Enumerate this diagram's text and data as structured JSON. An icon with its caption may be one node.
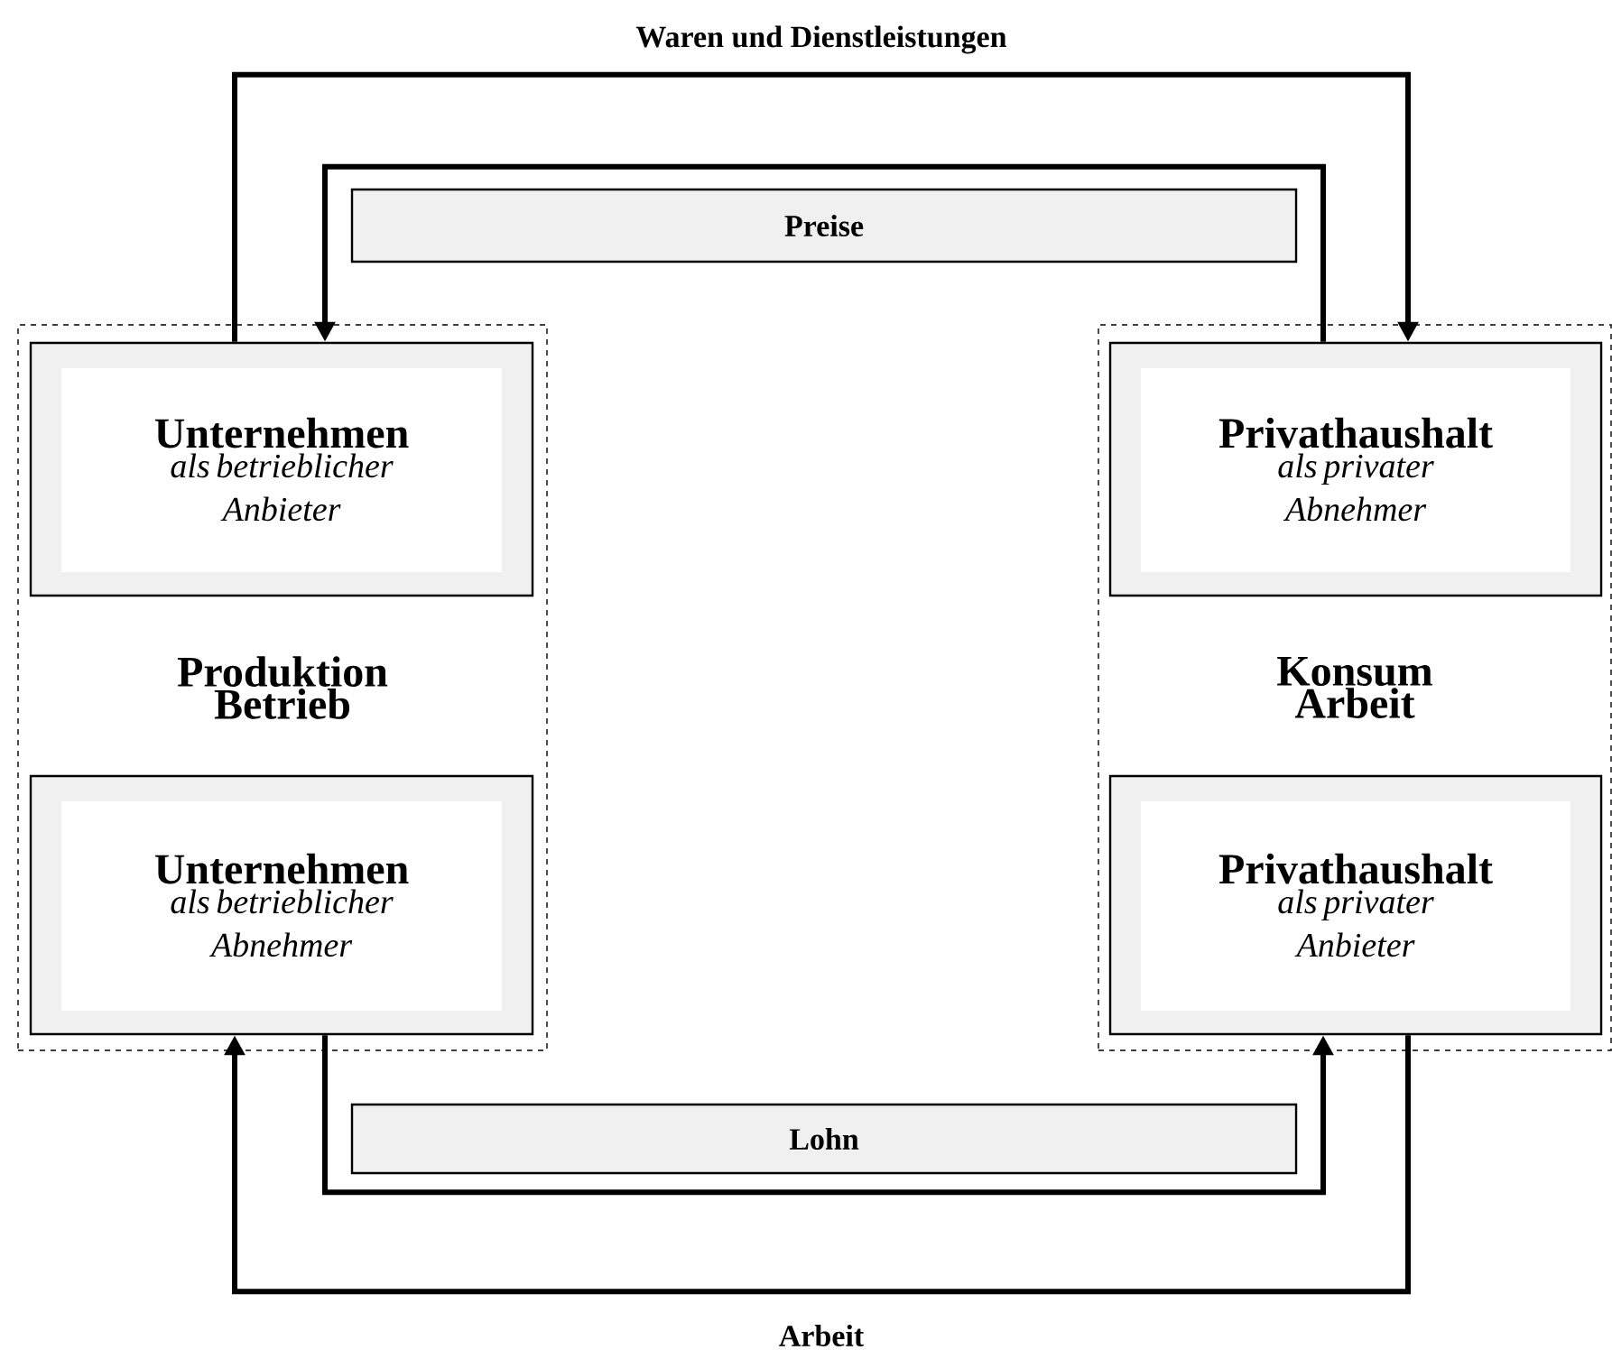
{
  "diagram": {
    "nodes": [
      {
        "text": [
          "Produktion Betrieb"
        ]
      },
      {
        "text": [
          "Unternehmen",
          "als betrieblicher Anbieter"
        ],
        "in": 0
      },
      {
        "text": [
          "Unternehmen",
          "als betrieblicher Abnehmer"
        ],
        "in": 0
      },
      {
        "text": [
          "Konsum Arbeit"
        ]
      },
      {
        "text": [
          "Privathaushalt",
          "als privater Abnehmer"
        ],
        "in": 3
      },
      {
        "text": [
          "Privathaushalt",
          "als privater Anbieter"
        ],
        "in": 3
      },
      {
        "text": [
          "Preise"
        ]
      },
      {
        "text": [
          "Lohn"
        ]
      }
    ],
    "edges": [
      {
        "from": 1,
        "to": 4,
        "arrow": "to",
        "label": "Waren und Dienstleistungen"
      },
      {
        "from": 4,
        "to": 1,
        "arrow": "to"
      },
      {
        "from": 2,
        "to": 5,
        "arrow": "to"
      },
      {
        "from": 5,
        "to": 2,
        "arrow": "to",
        "label": "Arbeit"
      }
    ]
  }
}
